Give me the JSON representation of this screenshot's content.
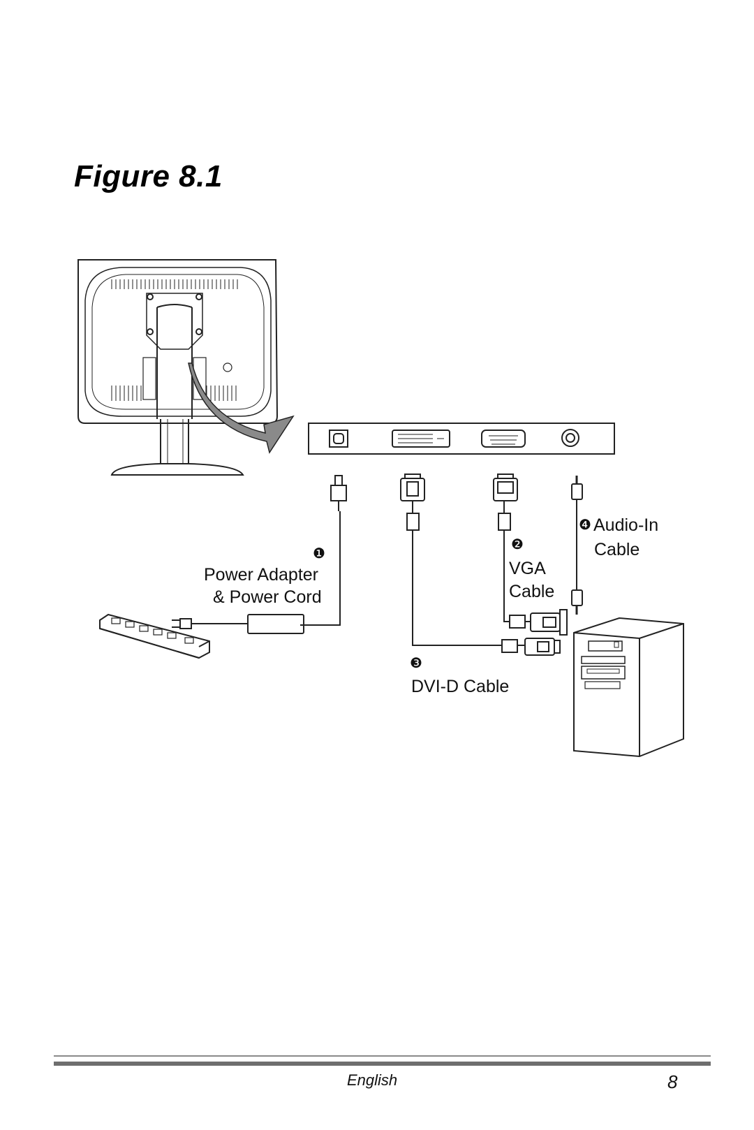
{
  "figure": {
    "title": "Figure 8.1",
    "callouts": {
      "power": {
        "marker": "❶",
        "line1": "Power  Adapter",
        "line2": "& Power Cord"
      },
      "vga": {
        "marker": "❷",
        "line1": "VGA",
        "line2": "Cable"
      },
      "dvi": {
        "marker": "❸",
        "line1": "DVI-D Cable"
      },
      "audio": {
        "marker": "❹",
        "line1": "Audio-In",
        "line2": "Cable"
      }
    }
  },
  "footer": {
    "language": "English",
    "page_number": "8"
  }
}
